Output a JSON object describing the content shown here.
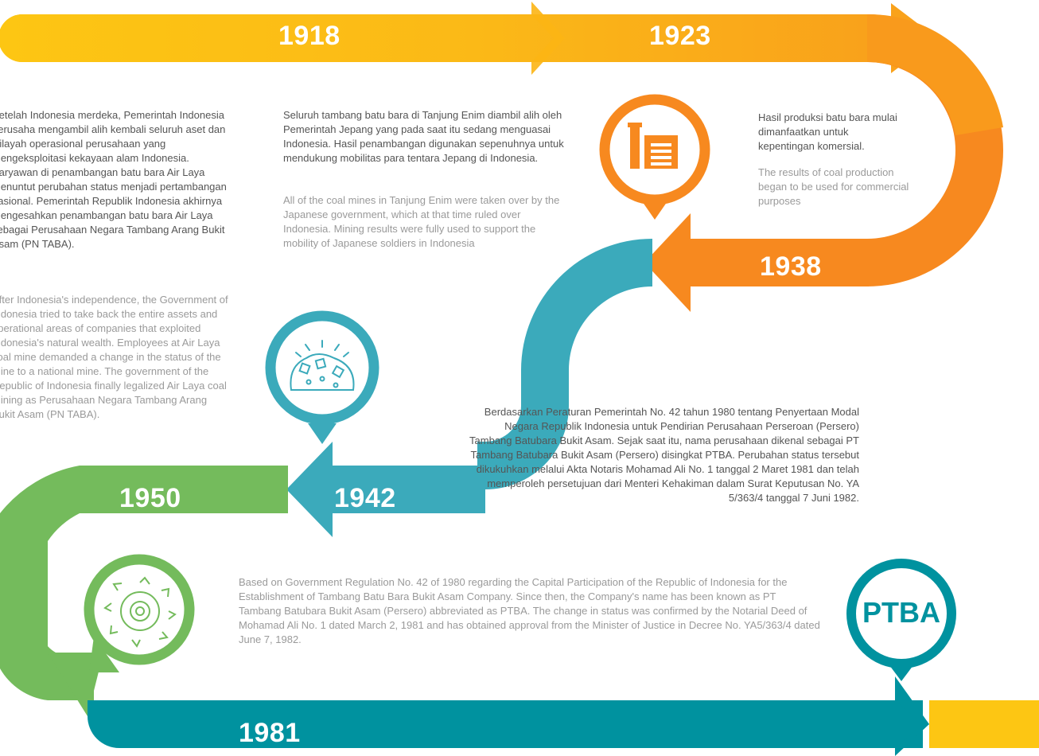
{
  "colors": {
    "yellow": "#fbb917",
    "orange": "#f7891f",
    "teal": "#3baabb",
    "green": "#74bb5c",
    "dark_teal": "#00929f"
  },
  "timeline": [
    {
      "year": "1918",
      "color": "yellow"
    },
    {
      "year": "1923",
      "color": "yellow"
    },
    {
      "year": "1938",
      "color": "orange",
      "icon": "factory-icon"
    },
    {
      "year": "1942",
      "color": "teal",
      "icon": "coal-pile-icon"
    },
    {
      "year": "1950",
      "color": "green",
      "icon": "bucket-wheel-icon"
    },
    {
      "year": "1981",
      "color": "dark_teal",
      "badge": "PTBA"
    }
  ],
  "texts": {
    "t1950_id": "Setelah Indonesia merdeka, Pemerintah Indonesia berusaha mengambil alih kembali seluruh aset dan wilayah operasional perusahaan yang mengeksploitasi kekayaan alam Indonesia. Karyawan di penambangan batu bara Air Laya menuntut perubahan status menjadi pertambangan nasional. Pemerintah Republik Indonesia akhirnya mengesahkan penambangan batu bara Air Laya sebagai Perusahaan Negara Tambang Arang Bukit Asam (PN TABA).",
    "t1950_en": "After Indonesia's independence, the Government of Indonesia tried to take back the entire assets and operational areas of companies that exploited Indonesia's natural wealth. Employees at Air Laya coal mine demanded a change in the status of the mine to a national mine. The government of the Republic of Indonesia finally legalized Air Laya coal mining as Perusahaan Negara Tambang Arang Bukit Asam (PN TABA).",
    "t1942_id": "Seluruh tambang batu bara di Tanjung Enim diambil alih oleh Pemerintah Jepang yang pada saat itu sedang menguasai Indonesia. Hasil penambangan digunakan sepenuhnya untuk mendukung mobilitas para tentara Jepang di Indonesia.",
    "t1942_en": "All of the coal mines in Tanjung Enim were taken over by the Japanese government, which at that time ruled over Indonesia. Mining results were fully used to support the mobility of Japanese soldiers in Indonesia",
    "t1938_id": "Hasil produksi batu bara mulai dimanfaatkan untuk kepentingan komersial.",
    "t1938_en": "The results of coal production began to be used for commercial purposes",
    "t1981_id": "Berdasarkan Peraturan Pemerintah No. 42 tahun 1980 tentang Penyertaan Modal Negara Republik Indonesia untuk Pendirian Perusahaan Perseroan (Persero) Tambang Batubara Bukit Asam. Sejak saat itu, nama perusahaan dikenal sebagai PT Tambang Batubara Bukit Asam (Persero) disingkat PTBA. Perubahan status tersebut dikukuhkan melalui Akta Notaris Mohamad Ali No. 1 tanggal 2 Maret 1981 dan telah memperoleh persetujuan dari Menteri Kehakiman dalam Surat Keputusan No. YA 5/363/4 tanggal 7 Juni 1982.",
    "t1981_en": "Based on Government Regulation No. 42 of 1980 regarding the Capital Participation of the Republic of Indonesia for the Establishment of Tambang Batu Bara Bukit Asam Company. Since then, the Company's name has been known as PT Tambang Batubara Bukit Asam (Persero) abbreviated as PTBA. The change in status was confirmed by the Notarial Deed of Mohamad Ali No. 1 dated March 2, 1981 and has obtained approval from the Minister of Justice in Decree No. YA5/363/4 dated June 7, 1982."
  }
}
